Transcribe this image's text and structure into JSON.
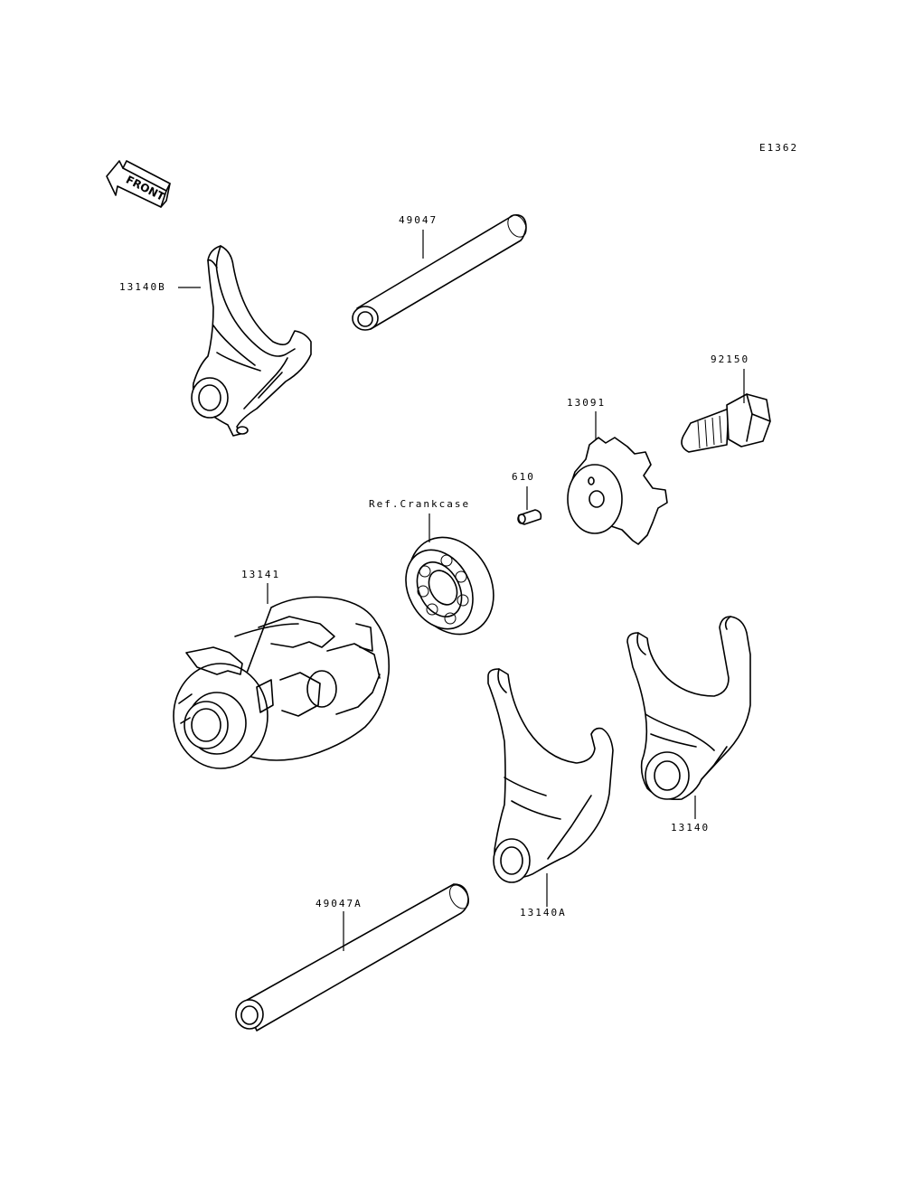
{
  "diagram": {
    "code": "E1362",
    "front_marker": "FRONT",
    "parts": [
      {
        "id": "p_49047",
        "label": "49047"
      },
      {
        "id": "p_13140B",
        "label": "13140B"
      },
      {
        "id": "p_92150",
        "label": "92150"
      },
      {
        "id": "p_13091",
        "label": "13091"
      },
      {
        "id": "p_610",
        "label": "610"
      },
      {
        "id": "p_refcrank",
        "label": "Ref.Crankcase"
      },
      {
        "id": "p_13141",
        "label": "13141"
      },
      {
        "id": "p_13140",
        "label": "13140"
      },
      {
        "id": "p_13140A",
        "label": "13140A"
      },
      {
        "id": "p_49047A",
        "label": "49047A"
      }
    ]
  }
}
